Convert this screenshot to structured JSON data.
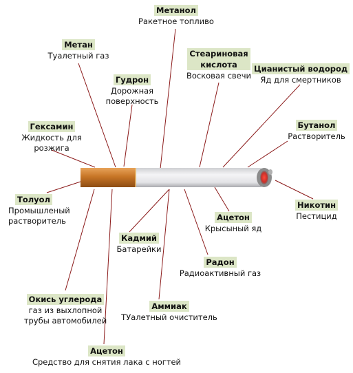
{
  "labels": [
    {
      "name": "Метанол",
      "desc": [
        "Ракетное топливо"
      ]
    },
    {
      "name": "Метан",
      "desc": [
        "Туалетный газ"
      ]
    },
    {
      "name": "Стеариновая кислота",
      "desc": [
        "Восковая свечи"
      ]
    },
    {
      "name": "Цианистый водород",
      "desc": [
        "Яд для смертников"
      ]
    },
    {
      "name": "Гудрон",
      "desc": [
        "Дорожная",
        "поверхность"
      ]
    },
    {
      "name": "Гексамин",
      "desc": [
        "Жидкость для",
        "розжига"
      ]
    },
    {
      "name": "Бутанол",
      "desc": [
        "Растворитель"
      ]
    },
    {
      "name": "Толуол",
      "desc": [
        "Промышленый",
        "растворитель"
      ]
    },
    {
      "name": "Никотин",
      "desc": [
        "Пестицид"
      ]
    },
    {
      "name": "Ацетон",
      "desc": [
        "Крысыный яд"
      ]
    },
    {
      "name": "Кадмий",
      "desc": [
        "Батарейки"
      ]
    },
    {
      "name": "Радон",
      "desc": [
        "Радиоактивный газ"
      ]
    },
    {
      "name": "Окись углерода",
      "desc": [
        "газ из выхлопной",
        "трубы автомобилей"
      ]
    },
    {
      "name": "Аммиак",
      "desc": [
        "ТУалетный очиститель"
      ]
    },
    {
      "name": "Ацетон",
      "desc": [
        "Средство для снятия лака с ногтей"
      ]
    }
  ],
  "colors": {
    "label_bg": "#dce6c6",
    "line": "#8b1a1a",
    "filter": "#c8782a",
    "paper": "#e4e4e6"
  }
}
